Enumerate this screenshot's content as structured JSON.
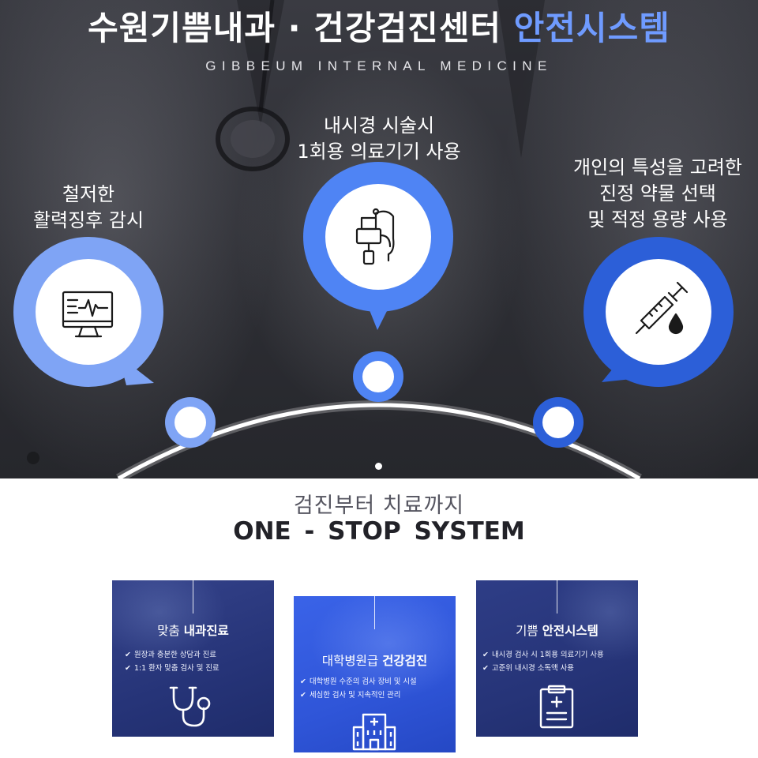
{
  "hero": {
    "title_main": "수원기쁨내과 · 건강검진센터 ",
    "title_accent": "안전시스템",
    "subtitle": "GIBBEUM INTERNAL MEDICINE",
    "features": [
      {
        "line1": "철저한",
        "line2": "활력징후 감시",
        "icon": "vital-monitor-icon",
        "color": "#7fa4f5"
      },
      {
        "line1": "내시경 시술시",
        "line2": "1회용 의료기기 사용",
        "icon": "endoscope-device-icon",
        "color": "#4f84f4"
      },
      {
        "line1": "개인의 특성을 고려한",
        "line2": "진정 약물 선택",
        "line3": "및 적정 용량 사용",
        "icon": "syringe-icon",
        "color": "#2c5fd8"
      }
    ]
  },
  "onestop": {
    "kicker": "검진부터 치료까지",
    "title": "ONE - STOP  SYSTEM"
  },
  "cards": [
    {
      "title_plain": "맞춤 ",
      "title_bold": "내과진료",
      "items": [
        "원장과 충분한 상담과 진료",
        "1:1 환자 맞춤 검사 및 진료"
      ],
      "icon": "stethoscope-icon"
    },
    {
      "title_plain": "대학병원급 ",
      "title_bold": "건강검진",
      "items": [
        "대학병원 수준의 검사 장비 및 시설",
        "세심한 검사 및 지속적인 관리"
      ],
      "icon": "hospital-building-icon"
    },
    {
      "title_plain": "기쁨 ",
      "title_bold": "안전시스템",
      "items": [
        "내시경 검사 시 1회용 의료기기 사용",
        "고준위 내시경 소독액 사용"
      ],
      "icon": "clipboard-icon"
    }
  ]
}
